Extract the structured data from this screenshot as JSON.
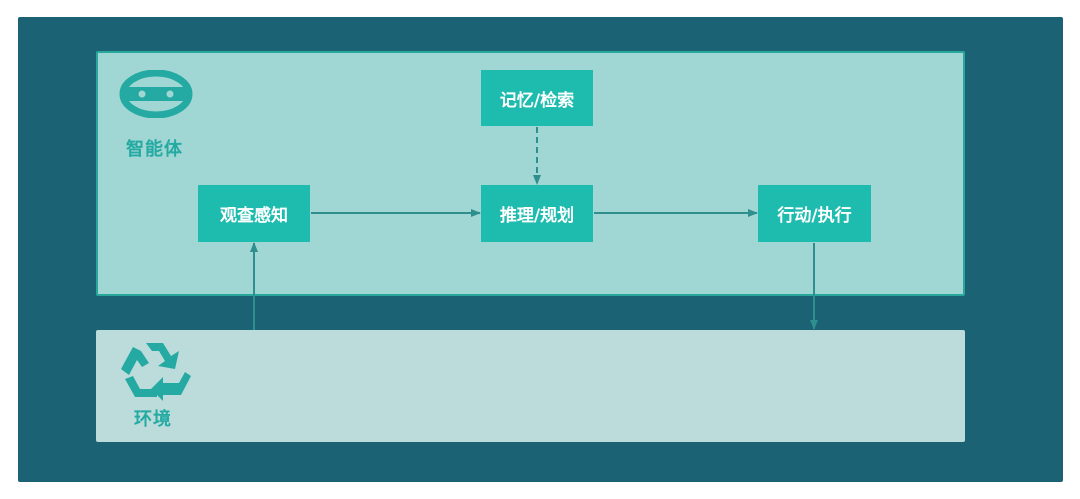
{
  "colors": {
    "frame_bg": "#1b6275",
    "agent_panel_bg": "#a0d7d4",
    "agent_panel_border": "#2aa79d",
    "env_panel_bg": "#bcdcdb",
    "node_fill": "#1ebcaf",
    "node_text": "#ffffff",
    "label_text": "#24aaa2",
    "arrow": "#2e8f8c"
  },
  "agent": {
    "icon": "robot-face-icon",
    "label": "智能体"
  },
  "environment": {
    "icon": "recycle-icon",
    "label": "环境"
  },
  "nodes": {
    "memory": "记忆/检索",
    "perception": "观查感知",
    "reasoning": "推理/规划",
    "action": "行动/执行"
  }
}
